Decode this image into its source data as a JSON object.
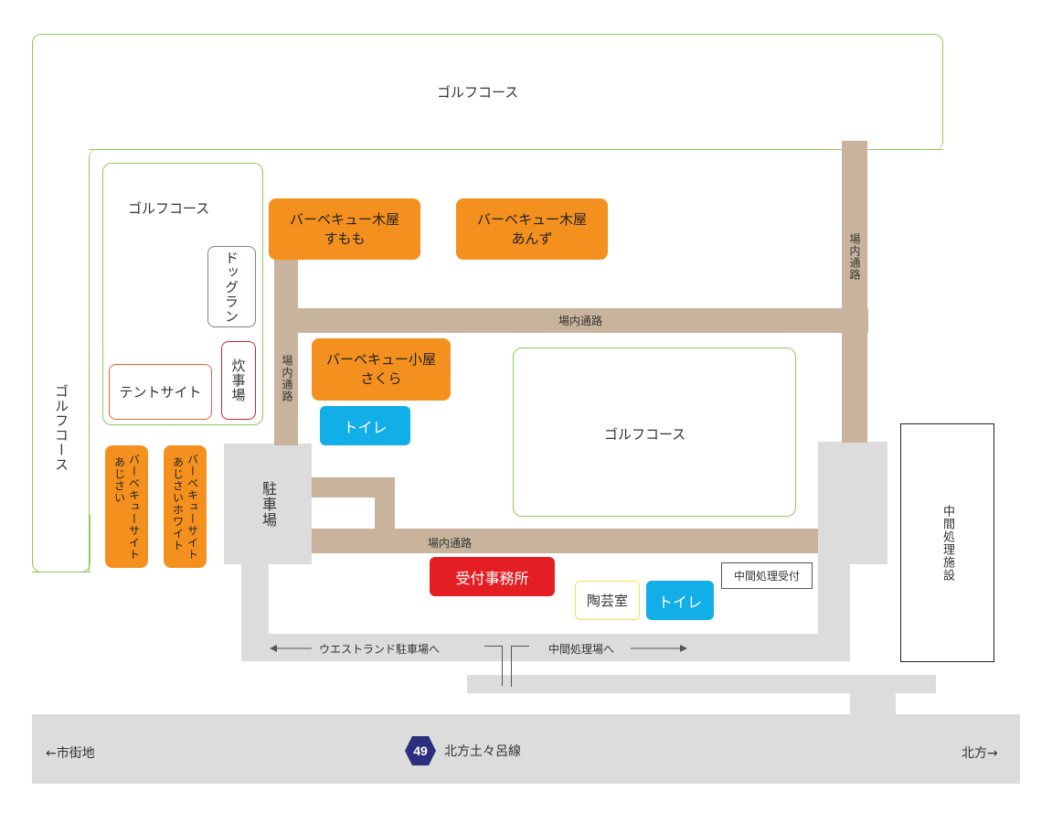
{
  "golf": {
    "top": "ゴルフコース",
    "left": "ゴルフコース",
    "inner": "ゴルフコース",
    "center": "ゴルフコース"
  },
  "facilities": {
    "bbq_sumomo": [
      "バーベキュー木屋",
      "すもも"
    ],
    "bbq_anzu": [
      "バーベキュー木屋",
      "あんず"
    ],
    "bbq_sakura": [
      "バーベキュー小屋",
      "さくら"
    ],
    "bbq_ajisai": [
      "バーベキューサイト",
      "あじさい"
    ],
    "bbq_ajisai_white": [
      "バーベキューサイト",
      "あじさいホワイト"
    ],
    "dogrun": "ドッグラン",
    "cooking": "炊事場",
    "tent": "テントサイト",
    "toilet1": "トイレ",
    "toilet2": "トイレ",
    "reception": "受付事務所",
    "pottery": "陶芸室",
    "relay_reception": "中間処理受付",
    "relay_facility": "中間処理施設",
    "parking": "駐車場"
  },
  "roads": {
    "internal_top": "場内通路",
    "internal_right": "場内通路",
    "internal_left": "場内通路",
    "internal_bottom": "場内通路",
    "to_west_parking": "ウエストランド駐車場へ",
    "to_relay_yard": "中間処理場へ",
    "route_number": "49",
    "route_name": "北方土々呂線",
    "to_city": "←市街地",
    "to_kitakata": "北方→"
  }
}
